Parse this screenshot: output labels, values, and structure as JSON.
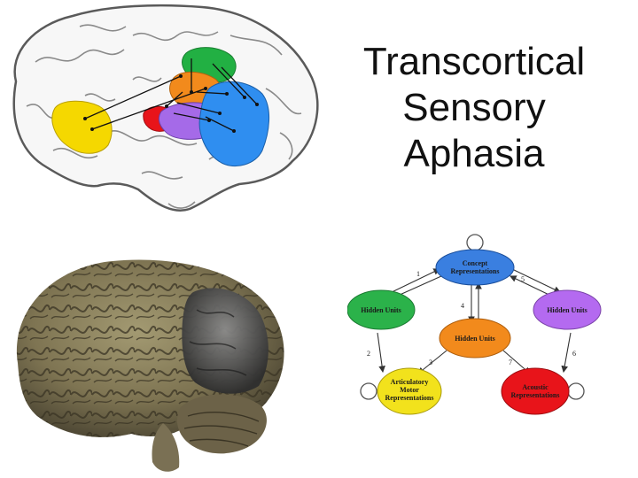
{
  "title": {
    "line1": "Transcortical",
    "line2": "Sensory",
    "line3": "Aphasia"
  },
  "colors": {
    "yellow": "#f5d800",
    "green": "#22b043",
    "orange": "#f28a1c",
    "red": "#e8141a",
    "purple": "#a56ae8",
    "blue": "#2f8ef0",
    "concept_node": "#3a7fe0",
    "hidden_left": "#2bb24a",
    "hidden_right": "#b46af0",
    "hidden_center": "#f28a1c",
    "articulatory": "#f2e21c",
    "acoustic": "#e8141a",
    "lesion": "#4a4a4a"
  },
  "network": {
    "nodes": {
      "concept": {
        "line1": "Concept",
        "line2": "Representations"
      },
      "hidden_left": {
        "label": "Hidden Units"
      },
      "hidden_right": {
        "label": "Hidden Units"
      },
      "hidden_center": {
        "label": "Hidden Units"
      },
      "articulatory": {
        "line1": "Articulatory",
        "line2": "Motor",
        "line3": "Representations"
      },
      "acoustic": {
        "line1": "Acoustic",
        "line2": "Representations"
      }
    },
    "edge_labels": [
      "1",
      "2",
      "3",
      "4",
      "5",
      "6",
      "7"
    ]
  }
}
